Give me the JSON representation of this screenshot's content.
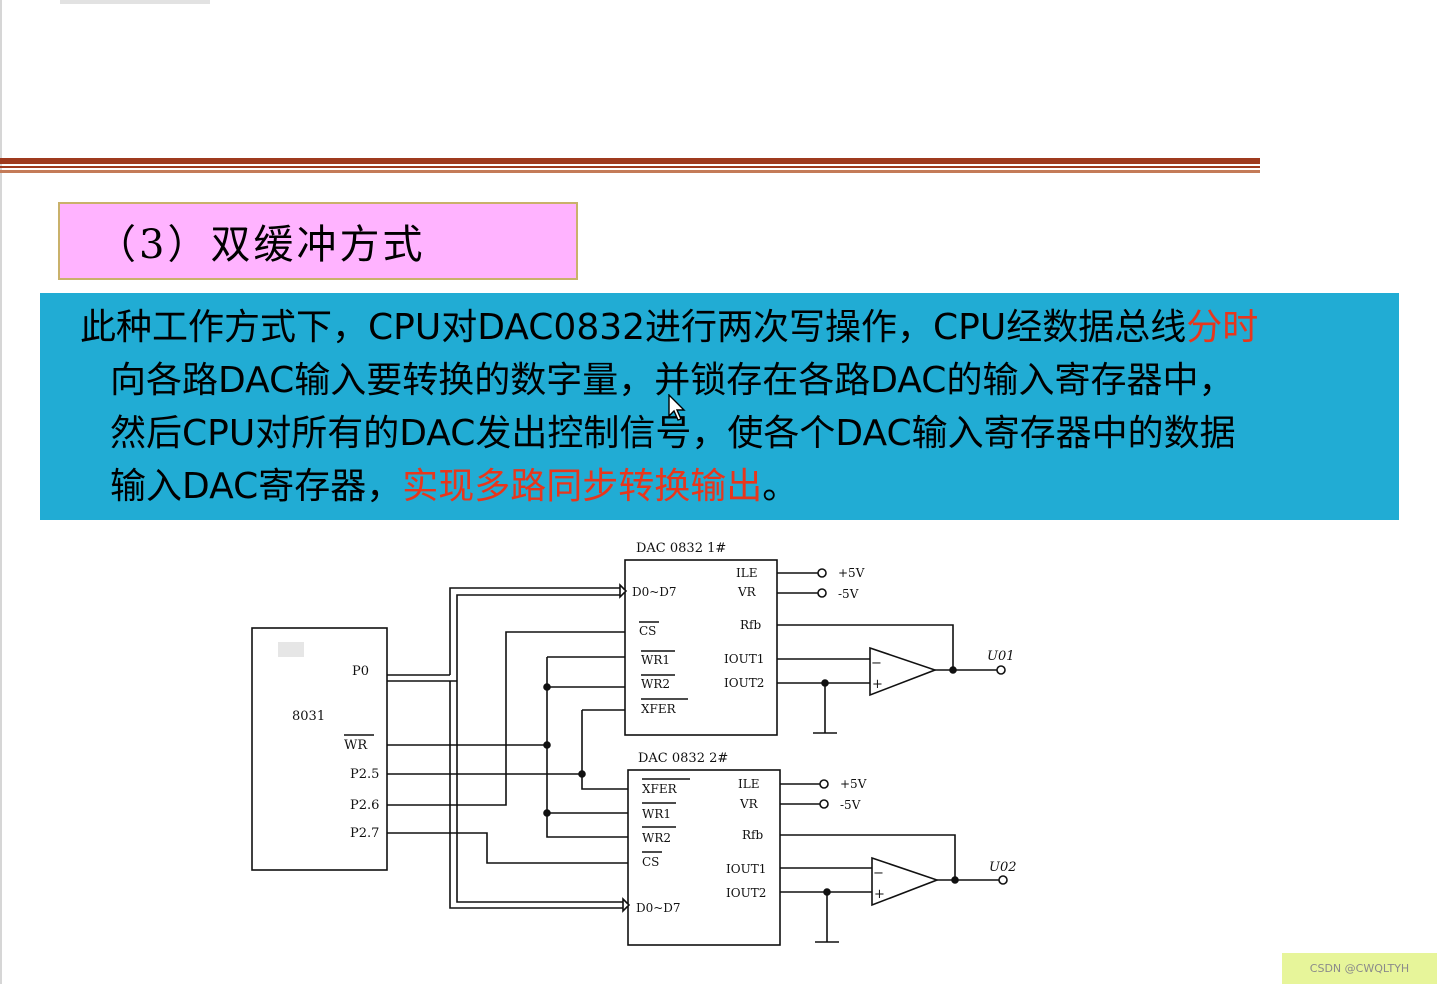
{
  "heading": "（3）双缓冲方式",
  "desc": {
    "l1a": "此种工作方式下，CPU对DAC0832进行两次写操作，CPU经数据总线",
    "l1b": "分时",
    "l2": "向各路DAC输入要转换的数字量，并锁存在各路DAC的输入寄存器中，",
    "l3": "然后CPU对所有的DAC发出控制信号，使各个DAC输入寄存器中的数据",
    "l4a": "输入DAC寄存器，",
    "l4b": "实现多路同步转换输出",
    "l4c": "。"
  },
  "diagram": {
    "mcu": "8031",
    "p0": "P0",
    "wr": "WR",
    "p25": "P2.5",
    "p26": "P2.6",
    "p27": "P2.7",
    "dac1": {
      "title": "DAC 0832 1#",
      "d": "D0~D7",
      "cs": "CS",
      "wr1": "WR1",
      "wr2": "WR2",
      "xfer": "XFER",
      "ile": "ILE",
      "vr": "VR",
      "rfb": "Rfb",
      "iout1": "IOUT1",
      "iout2": "IOUT2",
      "v1": "+5V",
      "v2": "-5V",
      "out": "U01"
    },
    "dac2": {
      "title": "DAC 0832 2#",
      "xfer": "XFER",
      "wr1": "WR1",
      "wr2": "WR2",
      "cs": "CS",
      "d": "D0~D7",
      "ile": "ILE",
      "vr": "VR",
      "rfb": "Rfb",
      "iout1": "IOUT1",
      "iout2": "IOUT2",
      "v1": "+5V",
      "v2": "-5V",
      "out": "U02"
    }
  },
  "watermark": "CSDN @CWQLTYH"
}
